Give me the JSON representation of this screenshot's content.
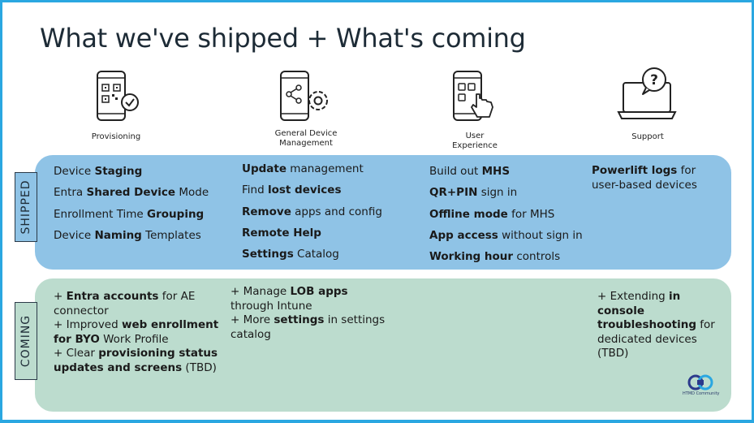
{
  "title": "What we've shipped + What's coming",
  "columns": [
    {
      "label": "Provisioning",
      "icon": "qr-phone-check-icon"
    },
    {
      "label_lines": [
        "General Device",
        "Management"
      ],
      "icon": "phone-gear-icon"
    },
    {
      "label_lines": [
        "User",
        "Experience"
      ],
      "icon": "phone-tap-icon"
    },
    {
      "label": "Support",
      "icon": "laptop-question-icon"
    }
  ],
  "shipped": {
    "label": "SHIPPED",
    "col1": [
      {
        "pre": "Device ",
        "bold": "Staging",
        "post": ""
      },
      {
        "pre": "Entra ",
        "bold": "Shared Device",
        "post": " Mode"
      },
      {
        "pre": "Enrollment Time ",
        "bold": "Grouping",
        "post": ""
      },
      {
        "pre": "Device ",
        "bold": "Naming",
        "post": " Templates"
      }
    ],
    "col2": [
      {
        "pre": "",
        "bold": "Update",
        "post": " management"
      },
      {
        "pre": "Find ",
        "bold": "lost devices",
        "post": ""
      },
      {
        "pre": "",
        "bold": "Remove",
        "post": " apps and config"
      },
      {
        "pre": "",
        "bold": "Remote Help",
        "post": ""
      },
      {
        "pre": "",
        "bold": "Settings",
        "post": " Catalog"
      }
    ],
    "col3": [
      {
        "pre": "Build out ",
        "bold": "MHS",
        "post": ""
      },
      {
        "pre": "",
        "bold": "QR+PIN",
        "post": " sign in"
      },
      {
        "pre": "",
        "bold": "Offline mode",
        "post": " for MHS"
      },
      {
        "pre": "",
        "bold": "App access",
        "post": " without sign in"
      },
      {
        "pre": "",
        "bold": "Working hour",
        "post": " controls"
      }
    ],
    "col4": {
      "bold": "Powerlift logs",
      "post1": " for",
      "line2": "user-based devices"
    }
  },
  "coming": {
    "label": "COMING",
    "col1": {
      "item1_pre": "+ ",
      "item1_bold": "Entra accounts",
      "item1_post": " for AE",
      "item1_line2": "connector",
      "item2_pre": "+ Improved ",
      "item2_bold": "web enrollment",
      "item2_bold2": "for BYO",
      "item2_post": " Work Profile",
      "item3_pre": "+ Clear ",
      "item3_bold": "provisioning status",
      "item3_bold2": "updates and screens",
      "item3_post": " (TBD)"
    },
    "col2": {
      "item1_pre": "+ Manage ",
      "item1_bold": "LOB apps",
      "item1_line2": "through Intune",
      "item2_pre": "+ More ",
      "item2_bold": "settings",
      "item2_post": " in settings",
      "item2_line2": "catalog"
    },
    "col4": {
      "pre": "+ Extending ",
      "bold1": "in",
      "bold2": "console",
      "bold3": "troubleshooting",
      "post3": " for",
      "line4": "dedicated devices",
      "line5": "(TBD)"
    }
  },
  "logo_text": "HTMD Community",
  "colors": {
    "shipped_band": "#8fc3e6",
    "coming_band": "#bcdcce",
    "frame": "#2aa7e1"
  }
}
